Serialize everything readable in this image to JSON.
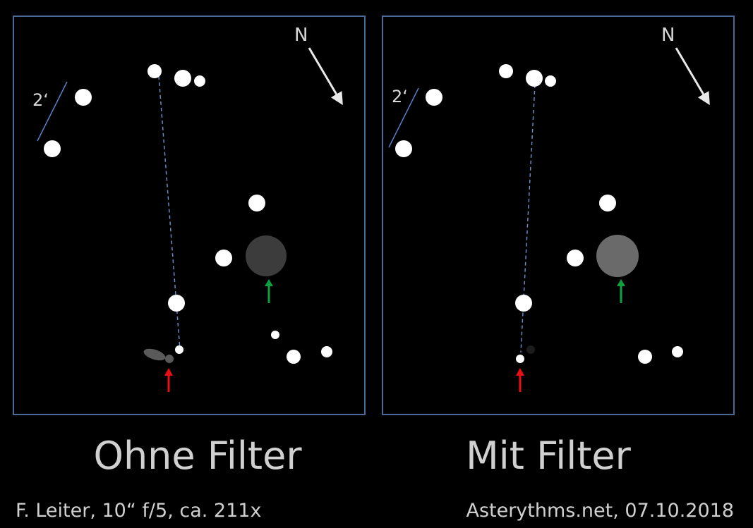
{
  "north_label": "N",
  "scale_label": "2‘",
  "colors": {
    "frame": "#4a6a9a",
    "star": "#ffffff",
    "guide_line": "#6a8ac8",
    "scale_bar": "#5a82c8",
    "red_arrow": "#e81010",
    "green_arrow": "#10a040",
    "north_arrow": "#e8e8e8",
    "nebula_without_filter": "#3c3c3c",
    "nebula_with_filter": "#6a6a6a",
    "galaxy_without_filter": "#5a5a5a",
    "faint_star_with_filter": "#1c1c1c"
  },
  "panels": [
    {
      "id": "without-filter",
      "caption": "Ohne Filter"
    },
    {
      "id": "with-filter",
      "caption": "Mit Filter"
    }
  ],
  "footer": {
    "left": "F. Leiter, 10“ f/5, ca. 211x",
    "right": "Asterythms.net,  07.10.2018"
  }
}
